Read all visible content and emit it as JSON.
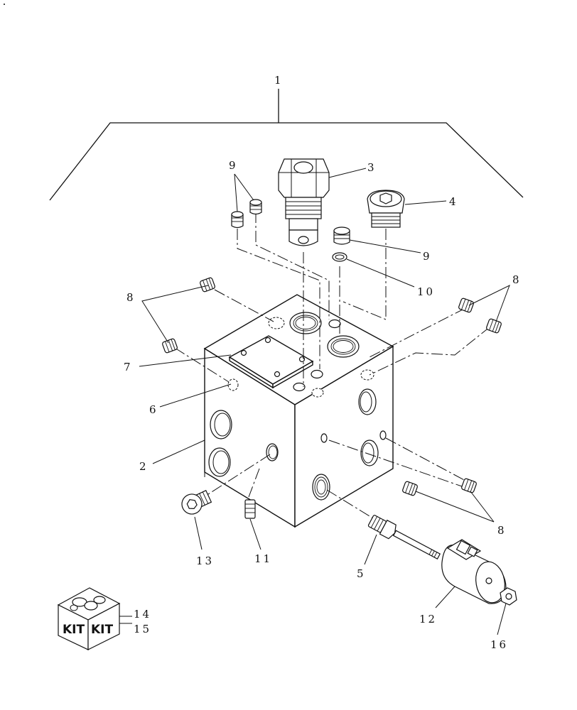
{
  "diagram": {
    "callouts": {
      "c1": "1",
      "c2": "2",
      "c3": "3",
      "c4": "4",
      "c5": "5",
      "c6": "6",
      "c7": "7",
      "c8a": "8",
      "c8b": "8",
      "c8c": "8",
      "c9a": "9",
      "c9b": "9",
      "c10": "10",
      "c11": "11",
      "c12": "12",
      "c13": "13",
      "c14": "14",
      "c15": "15",
      "c16": "16"
    },
    "kit": {
      "label_left": "KIT",
      "label_right": "KIT"
    }
  }
}
